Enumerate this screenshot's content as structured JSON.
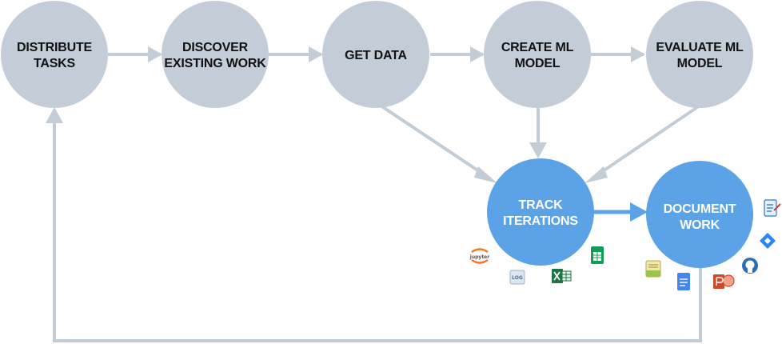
{
  "colors": {
    "gray_node": "#c2cdd8",
    "blue_node": "#5ba3e6",
    "connector": "#c2cdd8"
  },
  "nodes": {
    "distribute": {
      "line1": "DISTRIBUTE",
      "line2": "TASKS"
    },
    "discover": {
      "line1": "DISCOVER",
      "line2": "EXISTING WORK"
    },
    "get_data": {
      "line1": "GET DATA"
    },
    "create": {
      "line1": "CREATE ML",
      "line2": "MODEL"
    },
    "evaluate": {
      "line1": "EVALUATE ML",
      "line2": "MODEL"
    },
    "track": {
      "line1": "TRACK",
      "line2": "ITERATIONS"
    },
    "document": {
      "line1": "DOCUMENT",
      "line2": "WORK"
    }
  },
  "tool_icons": {
    "track": [
      "jupyter-icon",
      "log-file-icon",
      "excel-icon",
      "google-sheets-icon"
    ],
    "document": [
      "notes-icon",
      "google-docs-icon",
      "powerpoint-icon",
      "github-icon",
      "jira-icon",
      "report-icon"
    ]
  },
  "icon_text": {
    "jupyter": "jupyter",
    "log": "LOG"
  }
}
